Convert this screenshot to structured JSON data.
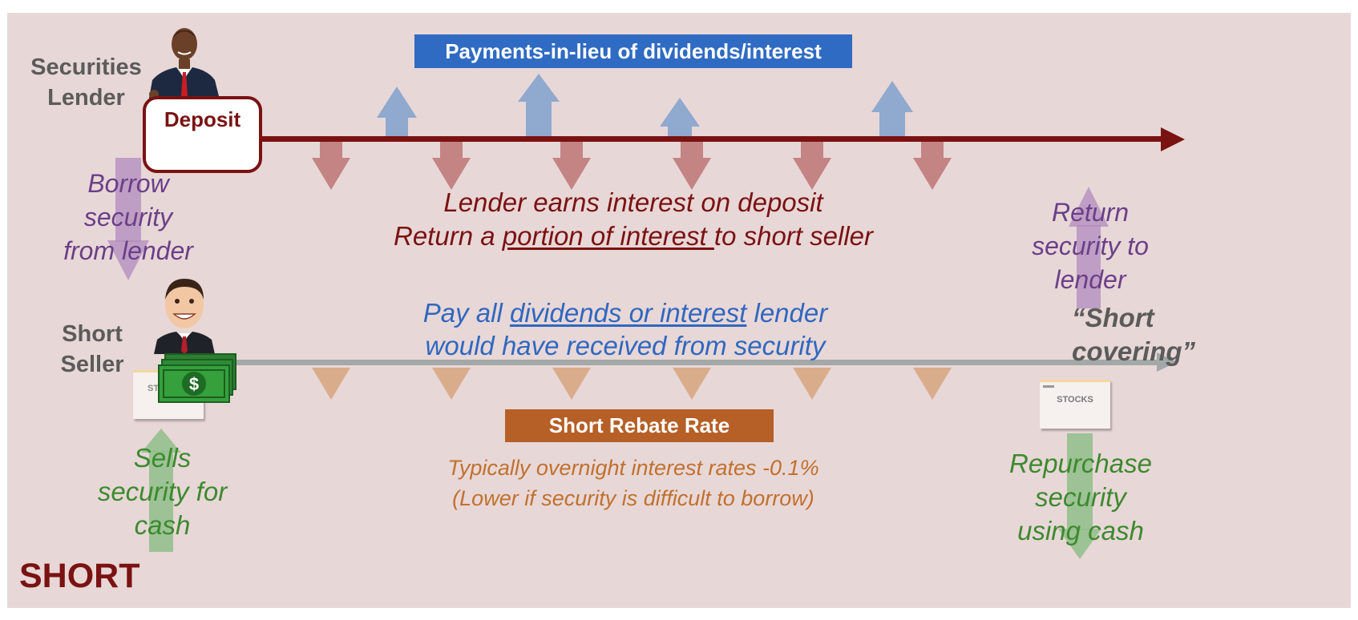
{
  "colors": {
    "background": "#e8d7d7",
    "timeline_top": "#7a1212",
    "timeline_bottom": "#a3a8a8",
    "up_arrow": "#8fa9cf",
    "down_arrow_top": "#c48484",
    "down_arrow_bottom": "#d9ad8c",
    "payments_banner": "#2f6bc2",
    "rebate_banner": "#b65f26",
    "purple_text": "#6b3f88",
    "green_text": "#3c8a2e",
    "blue_text": "#2f68c0",
    "orange_text": "#c0712d",
    "title": "#7a1212"
  },
  "lender": {
    "label_line1": "Securities",
    "label_line2": "Lender",
    "icon": "businessman-icon"
  },
  "deposit_label": "Deposit",
  "payments_banner": "Payments-in-lieu of dividends/interest",
  "borrow_text": [
    "Borrow",
    "security",
    "from lender"
  ],
  "interest_text": {
    "line1": "Lender earns interest on deposit",
    "line2_pre": "Return a ",
    "line2_underlined": "portion of interest ",
    "line2_post": "to short seller"
  },
  "return_text": [
    "Return",
    "security to",
    "lender"
  ],
  "short_covering": [
    "“Short",
    "covering”"
  ],
  "seller": {
    "label_line1": "Short",
    "label_line2": "Seller",
    "icon": "smiling-man-icon"
  },
  "pay_text": {
    "line1_pre": "Pay all ",
    "line1_underlined": "dividends or interest",
    "line1_post": " lender",
    "line2": "would have received from security"
  },
  "stocks_label": "STOCKS",
  "stocks_label_partial": "STO",
  "rebate_banner": "Short Rebate Rate",
  "rebate_text": {
    "line1": "Typically overnight interest rates -0.1%",
    "line2": "(Lower if security is difficult to borrow)"
  },
  "sells_text": [
    "Sells",
    "security for",
    "cash"
  ],
  "repurchase_text": [
    "Repurchase",
    "security",
    "using cash"
  ],
  "title": "SHORT"
}
